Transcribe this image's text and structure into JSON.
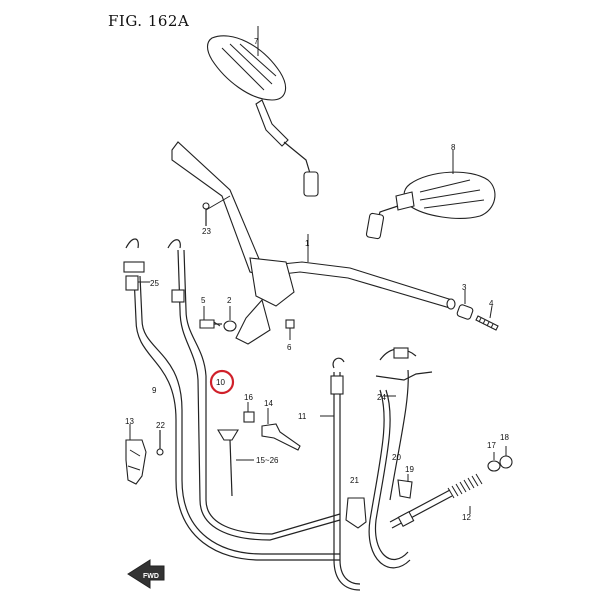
{
  "figure": {
    "title": "FIG. 162A"
  },
  "callouts": {
    "c1": "1",
    "c2": "2",
    "c3": "3",
    "c4": "4",
    "c5": "5",
    "c6": "6",
    "c7": "7",
    "c8": "8",
    "c9": "9",
    "c10": "10",
    "c11": "11",
    "c12": "12",
    "c13": "13",
    "c14": "14",
    "c15_26": "15~26",
    "c16": "16",
    "c17": "17",
    "c18": "18",
    "c19": "19",
    "c20": "20",
    "c21": "21",
    "c22": "22",
    "c23": "23",
    "c24": "24",
    "c25": "25"
  },
  "highlight": {
    "part": "10",
    "color": "#d0202a"
  },
  "fwd_arrow": {
    "label": "FWD"
  }
}
